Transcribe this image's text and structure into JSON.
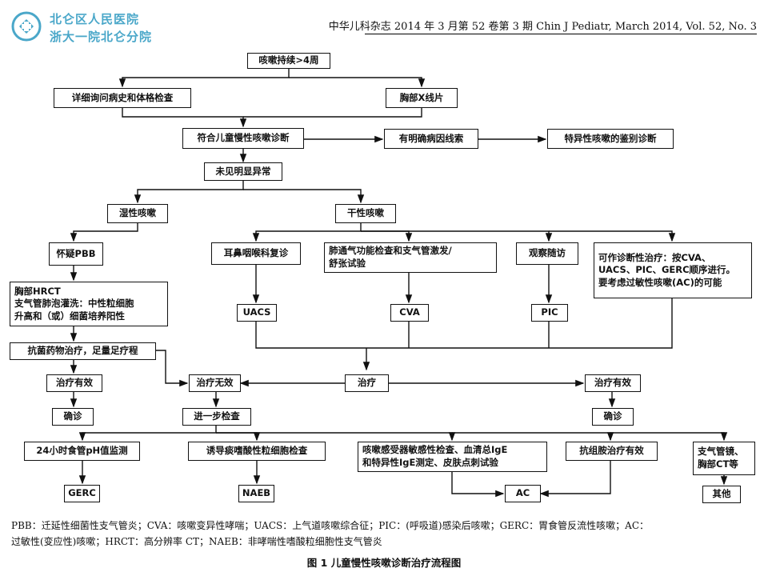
{
  "header": {
    "hospital_line1": "北仑区人民医院",
    "hospital_line2": "浙大一院北仑分院",
    "journal": "中华儿科杂志 2014 年 3 月第 52 卷第 3 期   Chin J Pediatr, March 2014, Vol. 52, No. 3",
    "brand_color": "#4aa7c9"
  },
  "nodes": {
    "n1": "咳嗽持续>4周",
    "n2": "详细询问病史和体格检查",
    "n3": "胸部X线片",
    "n4": "符合儿童慢性咳嗽诊断",
    "n5": "有明确病因线索",
    "n6": "特异性咳嗽的鉴别诊断",
    "n7": "未见明显异常",
    "n8": "湿性咳嗽",
    "n9": "干性咳嗽",
    "n10": "怀疑PBB",
    "n11": "耳鼻咽喉科复诊",
    "n12": "肺通气功能检查和支气管激发/\n舒张试验",
    "n13": "观察随访",
    "n14": "可作诊断性治疗：按CVA、\nUACS、PIC、GERC顺序进行。\n要考虑过敏性咳嗽(AC)的可能",
    "n15": "胸部HRCT\n支气管肺泡灌洗：中性粒细胞\n升高和（或）细菌培养阳性",
    "n16": "UACS",
    "n17": "CVA",
    "n18": "PIC",
    "n19": "抗菌药物治疗，足量足疗程",
    "n20": "治疗有效",
    "n21": "治疗无效",
    "n22": "治疗",
    "n23": "治疗有效",
    "n24": "确诊",
    "n25": "进一步检查",
    "n26": "确诊",
    "n27": "24小时食管pH值监测",
    "n28": "诱导痰嗜酸性粒细胞检查",
    "n29": "咳嗽感受器敏感性检查、血清总IgE\n和特异性IgE测定、皮肤点刺试验",
    "n30": "抗组胺治疗有效",
    "n31": "支气管镜、\n胸部CT等",
    "n32": "GERC",
    "n33": "NAEB",
    "n34": "AC",
    "n35": "其他"
  },
  "footnote": {
    "line1": "PBB：迁延性细菌性支气管炎；CVA：咳嗽变异性哮喘；UACS：上气道咳嗽综合征；PIC：(呼吸道)感染后咳嗽；GERC：胃食管反流性咳嗽；AC：",
    "line2": "过敏性(变应性)咳嗽；HRCT：高分辨率 CT；NAEB：非哮喘性嗜酸粒细胞性支气管炎",
    "figure_title": "图 1   儿童慢性咳嗽诊断治疗流程图"
  }
}
